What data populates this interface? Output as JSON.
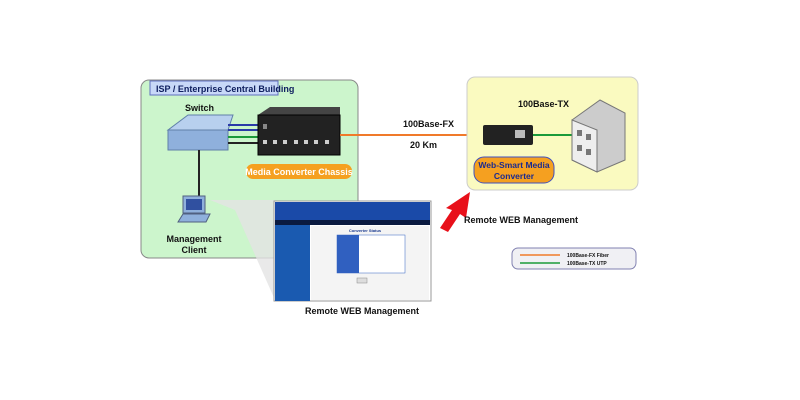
{
  "central": {
    "title": "ISP / Enterprise Central Building",
    "switch_label": "Switch",
    "chassis_label": "Media Converter Chassis",
    "client_label_1": "Management",
    "client_label_2": "Client"
  },
  "link": {
    "type": "100Base-FX",
    "distance": "20 Km"
  },
  "remote": {
    "tx_label": "100Base-TX",
    "converter_label_1": "Web-Smart Media",
    "converter_label_2": "Converter"
  },
  "web_ui": {
    "caption": "Remote WEB Management",
    "panel_title": "Converter Status"
  },
  "remote_mgmt_label": "Remote WEB Management",
  "legend": [
    {
      "label": "100Base-FX Fiber",
      "color": "#f07a2a"
    },
    {
      "label": "100Base-TX UTP",
      "color": "#1a9a3a"
    }
  ],
  "colors": {
    "central_bg": "#ccf5cc",
    "remote_bg": "#fafac0",
    "badge": "#f5a020",
    "arrow": "#e8101a"
  }
}
